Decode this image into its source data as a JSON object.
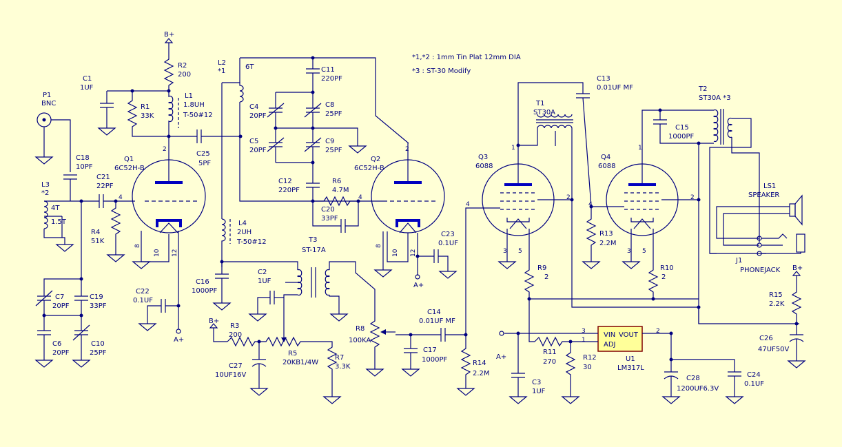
{
  "notes": {
    "line1": "*1,*2 : 1mm Tin Plat 12mm DIA",
    "line2": "*3 : ST-30 Modify"
  },
  "power": {
    "bplus": "B+",
    "aplus": "A+"
  },
  "P1": {
    "ref": "P1",
    "value": "BNC"
  },
  "L3": {
    "ref": "L3",
    "note": "*2",
    "turns1": "4T",
    "turns2": "1.5T"
  },
  "C18": {
    "ref": "C18",
    "value": "10PF"
  },
  "C21": {
    "ref": "C21",
    "value": "22PF"
  },
  "R4": {
    "ref": "R4",
    "value": "51K"
  },
  "C7": {
    "ref": "C7",
    "value": "20PF"
  },
  "C19": {
    "ref": "C19",
    "value": "33PF"
  },
  "C6": {
    "ref": "C6",
    "value": "20PF"
  },
  "C10": {
    "ref": "C10",
    "value": "25PF"
  },
  "C1": {
    "ref": "C1",
    "value": "1UF"
  },
  "R1": {
    "ref": "R1",
    "value": "33K"
  },
  "R2": {
    "ref": "R2",
    "value": "200"
  },
  "L1": {
    "ref": "L1",
    "value": "1.8UH",
    "core": "T-50#12"
  },
  "Q1": {
    "ref": "Q1",
    "value": "6C52H-B"
  },
  "C22": {
    "ref": "C22",
    "value": "0.1UF"
  },
  "C25": {
    "ref": "C25",
    "value": "5PF"
  },
  "L2": {
    "ref": "L2",
    "note": "*1",
    "turns": "6T"
  },
  "C11": {
    "ref": "C11",
    "value": "220PF"
  },
  "C4": {
    "ref": "C4",
    "value": "20PF"
  },
  "C8": {
    "ref": "C8",
    "value": "25PF"
  },
  "C5": {
    "ref": "C5",
    "value": "20PF"
  },
  "C9": {
    "ref": "C9",
    "value": "25PF"
  },
  "C12": {
    "ref": "C12",
    "value": "220PF"
  },
  "R6": {
    "ref": "R6",
    "value": "4.7M"
  },
  "C20": {
    "ref": "C20",
    "value": "33PF"
  },
  "L4": {
    "ref": "L4",
    "value": "2UH",
    "core": "T-50#12"
  },
  "C16": {
    "ref": "C16",
    "value": "1000PF"
  },
  "T3": {
    "ref": "T3",
    "value": "ST-17A"
  },
  "C2": {
    "ref": "C2",
    "value": "1UF"
  },
  "R3": {
    "ref": "R3",
    "value": "200"
  },
  "C27": {
    "ref": "C27",
    "value": "10UF16V"
  },
  "R5": {
    "ref": "R5",
    "value": "20KB1/4W"
  },
  "R7": {
    "ref": "R7",
    "value": "3.3K"
  },
  "Q2": {
    "ref": "Q2",
    "value": "6C52H-B"
  },
  "C23": {
    "ref": "C23",
    "value": "0.1UF"
  },
  "R8": {
    "ref": "R8",
    "value": "100KA"
  },
  "C14": {
    "ref": "C14",
    "value": "0.01UF MF"
  },
  "C17": {
    "ref": "C17",
    "value": "1000PF"
  },
  "R14": {
    "ref": "R14",
    "value": "2.2M"
  },
  "Q3": {
    "ref": "Q3",
    "value": "6088"
  },
  "T1": {
    "ref": "T1",
    "value": "ST30A"
  },
  "C13": {
    "ref": "C13",
    "value": "0.01UF MF"
  },
  "R13": {
    "ref": "R13",
    "value": "2.2M"
  },
  "Q4": {
    "ref": "Q4",
    "value": "6088"
  },
  "T2": {
    "ref": "T2",
    "value": "ST30A *3"
  },
  "C15": {
    "ref": "C15",
    "value": "1000PF"
  },
  "LS1": {
    "ref": "LS1",
    "value": "SPEAKER"
  },
  "J1": {
    "ref": "J1",
    "value": "PHONEJACK"
  },
  "R9": {
    "ref": "R9",
    "value": "2"
  },
  "R10": {
    "ref": "R10",
    "value": "2"
  },
  "R11": {
    "ref": "R11",
    "value": "270"
  },
  "R12": {
    "ref": "R12",
    "value": "30"
  },
  "C3": {
    "ref": "C3",
    "value": "1UF"
  },
  "U1": {
    "ref": "U1",
    "value": "LM317L",
    "vin": "VIN",
    "vout": "VOUT",
    "adj": "ADJ"
  },
  "C28": {
    "ref": "C28",
    "value": "1200UF6.3V"
  },
  "C24": {
    "ref": "C24",
    "value": "0.1UF"
  },
  "R15": {
    "ref": "R15",
    "value": "2.2K"
  },
  "C26": {
    "ref": "C26",
    "value": "47UF50V"
  },
  "pins": {
    "q1_grid": "4",
    "q1_plate": "2",
    "q1_f8": "8",
    "q1_f10": "10",
    "q1_f12": "12",
    "q2_grid": "4",
    "q2_plate": "2",
    "q2_f8": "8",
    "q2_f10": "10",
    "q2_f12": "12",
    "q3_grid": "4",
    "q3_plate": "1",
    "q3_sg": "2",
    "q3_f3": "3",
    "q3_f5": "5",
    "q4_grid": "4",
    "q4_plate": "1",
    "q4_sg": "2",
    "q4_f3": "3",
    "q4_f5": "5",
    "u1_vin": "3",
    "u1_adj": "1",
    "u1_vout": "2"
  }
}
